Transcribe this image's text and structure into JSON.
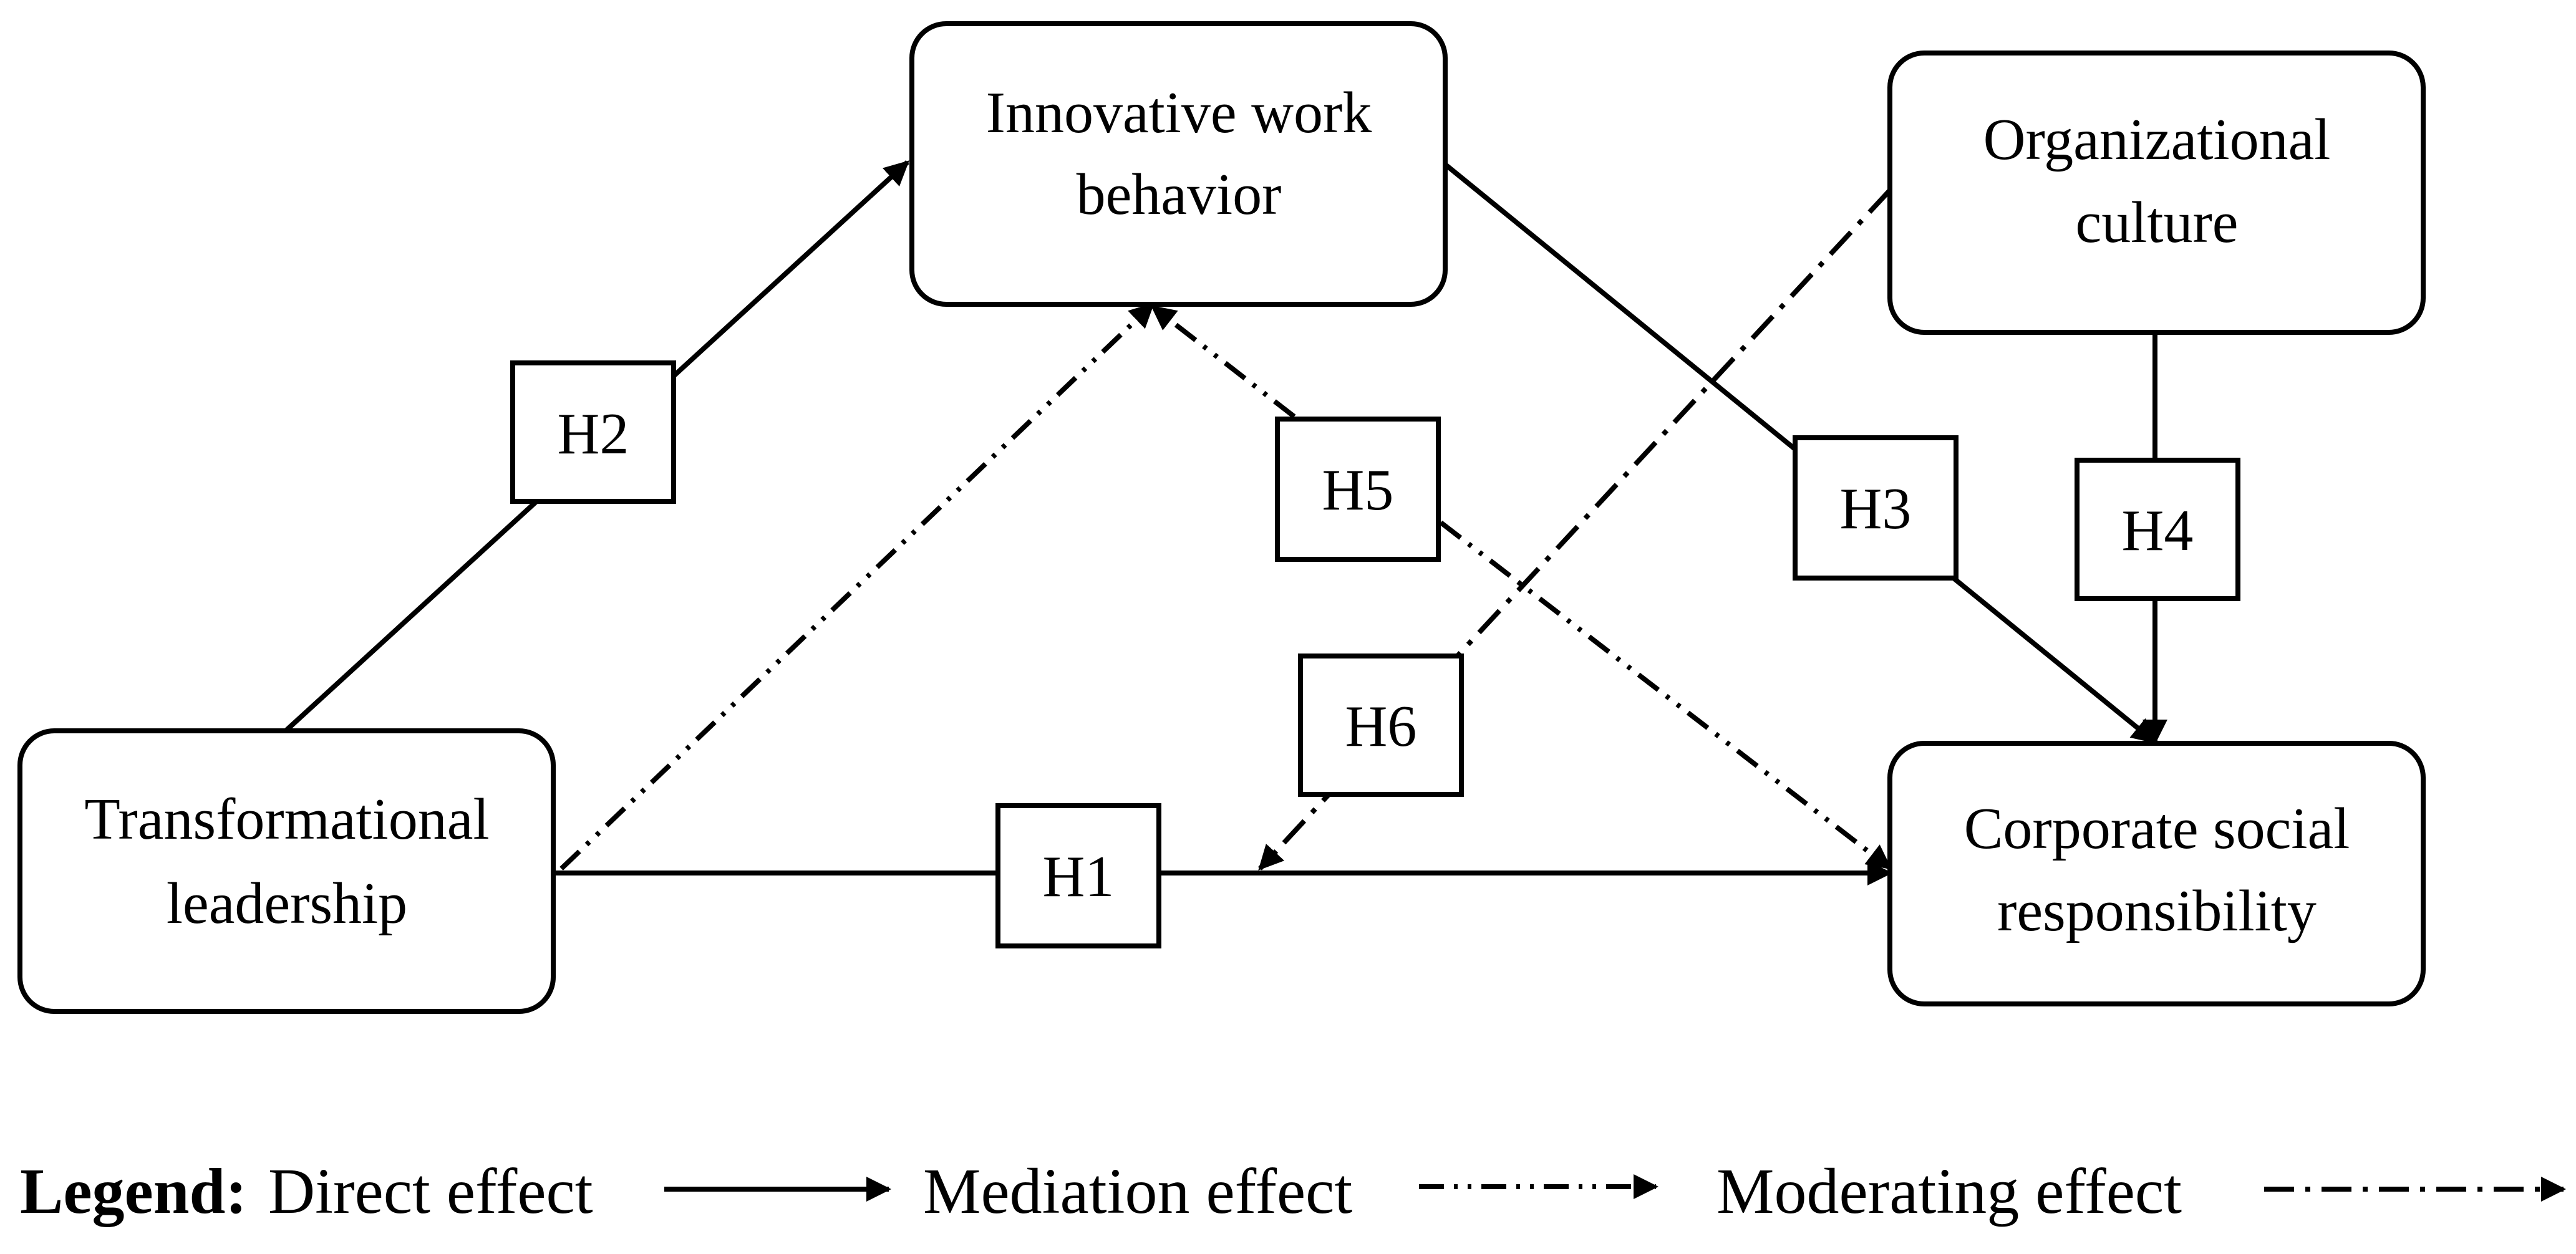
{
  "nodes": {
    "transformational_leadership": {
      "line1": "Transformational",
      "line2": "leadership"
    },
    "innovative_work_behavior": {
      "line1": "Innovative work",
      "line2": "behavior"
    },
    "organizational_culture": {
      "line1": "Organizational",
      "line2": "culture"
    },
    "corporate_social_responsibility": {
      "line1": "Corporate social",
      "line2": "responsibility"
    }
  },
  "hypotheses": {
    "h1": "H1",
    "h2": "H2",
    "h3": "H3",
    "h4": "H4",
    "h5": "H5",
    "h6": "H6"
  },
  "legend": {
    "title": "Legend:",
    "direct": "Direct effect",
    "mediation": "Mediation effect",
    "moderating": "Moderating effect"
  },
  "line_types": {
    "direct": "solid",
    "mediation": "dash-dot-dot",
    "moderating": "dash-dot"
  },
  "colors": {
    "stroke": "#000000",
    "background": "#ffffff"
  }
}
